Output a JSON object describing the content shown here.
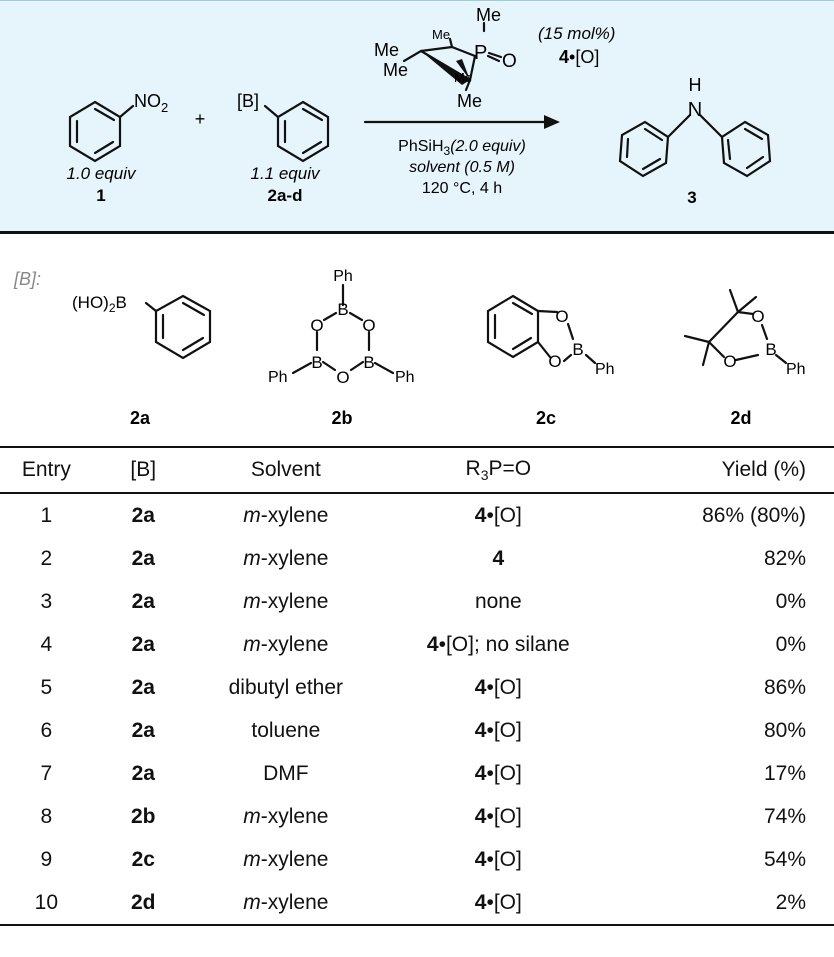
{
  "scheme": {
    "nitro_group": "NO",
    "nitro_sub": "2",
    "nitro_equiv": "1.0 equiv",
    "nitro_id": "1",
    "plus": "+",
    "boron_label": "[B]",
    "boron_equiv": "1.1 equiv",
    "boron_id": "2a-d",
    "catalyst_loading": "(15 mol%)",
    "catalyst_num": "4",
    "catalyst_suffix": "•[O]",
    "me": "Me",
    "p_atom": "P",
    "o_atom": "O",
    "silane_a": "PhSiH",
    "silane_sub": "3",
    "silane_equiv": "(2.0 equiv)",
    "solvent": "solvent",
    "solvent_conc": "(0.5 M)",
    "conditions": "120 °C, 4 h",
    "product_h": "H",
    "product_n": "N",
    "product_id": "3"
  },
  "boronates": {
    "label": "[B]:",
    "ho2b": "(HO)",
    "ho2b_sub": "2",
    "b": "B",
    "o": "O",
    "ph": "Ph",
    "ids": [
      "2a",
      "2b",
      "2c",
      "2d"
    ]
  },
  "table": {
    "headers": {
      "entry": "Entry",
      "b": "[B]",
      "solvent": "Solvent",
      "p_r": "R",
      "p_sub": "3",
      "p_rest": "P=O",
      "yield": "Yield (%)"
    },
    "rows": [
      {
        "entry": "1",
        "b": "2a",
        "sv_pre": "m",
        "sv_rest": "-xylene",
        "sv_plain": "",
        "p_num": "4",
        "p_rest": "•[O]",
        "yield": "86% (80%)"
      },
      {
        "entry": "2",
        "b": "2a",
        "sv_pre": "m",
        "sv_rest": "-xylene",
        "sv_plain": "",
        "p_num": "4",
        "p_rest": "",
        "yield": "82%"
      },
      {
        "entry": "3",
        "b": "2a",
        "sv_pre": "m",
        "sv_rest": "-xylene",
        "sv_plain": "",
        "p_num": "",
        "p_rest": "none",
        "yield": "0%"
      },
      {
        "entry": "4",
        "b": "2a",
        "sv_pre": "m",
        "sv_rest": "-xylene",
        "sv_plain": "",
        "p_num": "4",
        "p_rest": "•[O]; no silane",
        "yield": "0%"
      },
      {
        "entry": "5",
        "b": "2a",
        "sv_pre": "",
        "sv_rest": "",
        "sv_plain": "dibutyl ether",
        "p_num": "4",
        "p_rest": "•[O]",
        "yield": "86%"
      },
      {
        "entry": "6",
        "b": "2a",
        "sv_pre": "",
        "sv_rest": "",
        "sv_plain": "toluene",
        "p_num": "4",
        "p_rest": "•[O]",
        "yield": "80%"
      },
      {
        "entry": "7",
        "b": "2a",
        "sv_pre": "",
        "sv_rest": "",
        "sv_plain": "DMF",
        "p_num": "4",
        "p_rest": "•[O]",
        "yield": "17%"
      },
      {
        "entry": "8",
        "b": "2b",
        "sv_pre": "m",
        "sv_rest": "-xylene",
        "sv_plain": "",
        "p_num": "4",
        "p_rest": "•[O]",
        "yield": "74%"
      },
      {
        "entry": "9",
        "b": "2c",
        "sv_pre": "m",
        "sv_rest": "-xylene",
        "sv_plain": "",
        "p_num": "4",
        "p_rest": "•[O]",
        "yield": "54%"
      },
      {
        "entry": "10",
        "b": "2d",
        "sv_pre": "m",
        "sv_rest": "-xylene",
        "sv_plain": "",
        "p_num": "4",
        "p_rest": "•[O]",
        "yield": "2%"
      }
    ]
  }
}
